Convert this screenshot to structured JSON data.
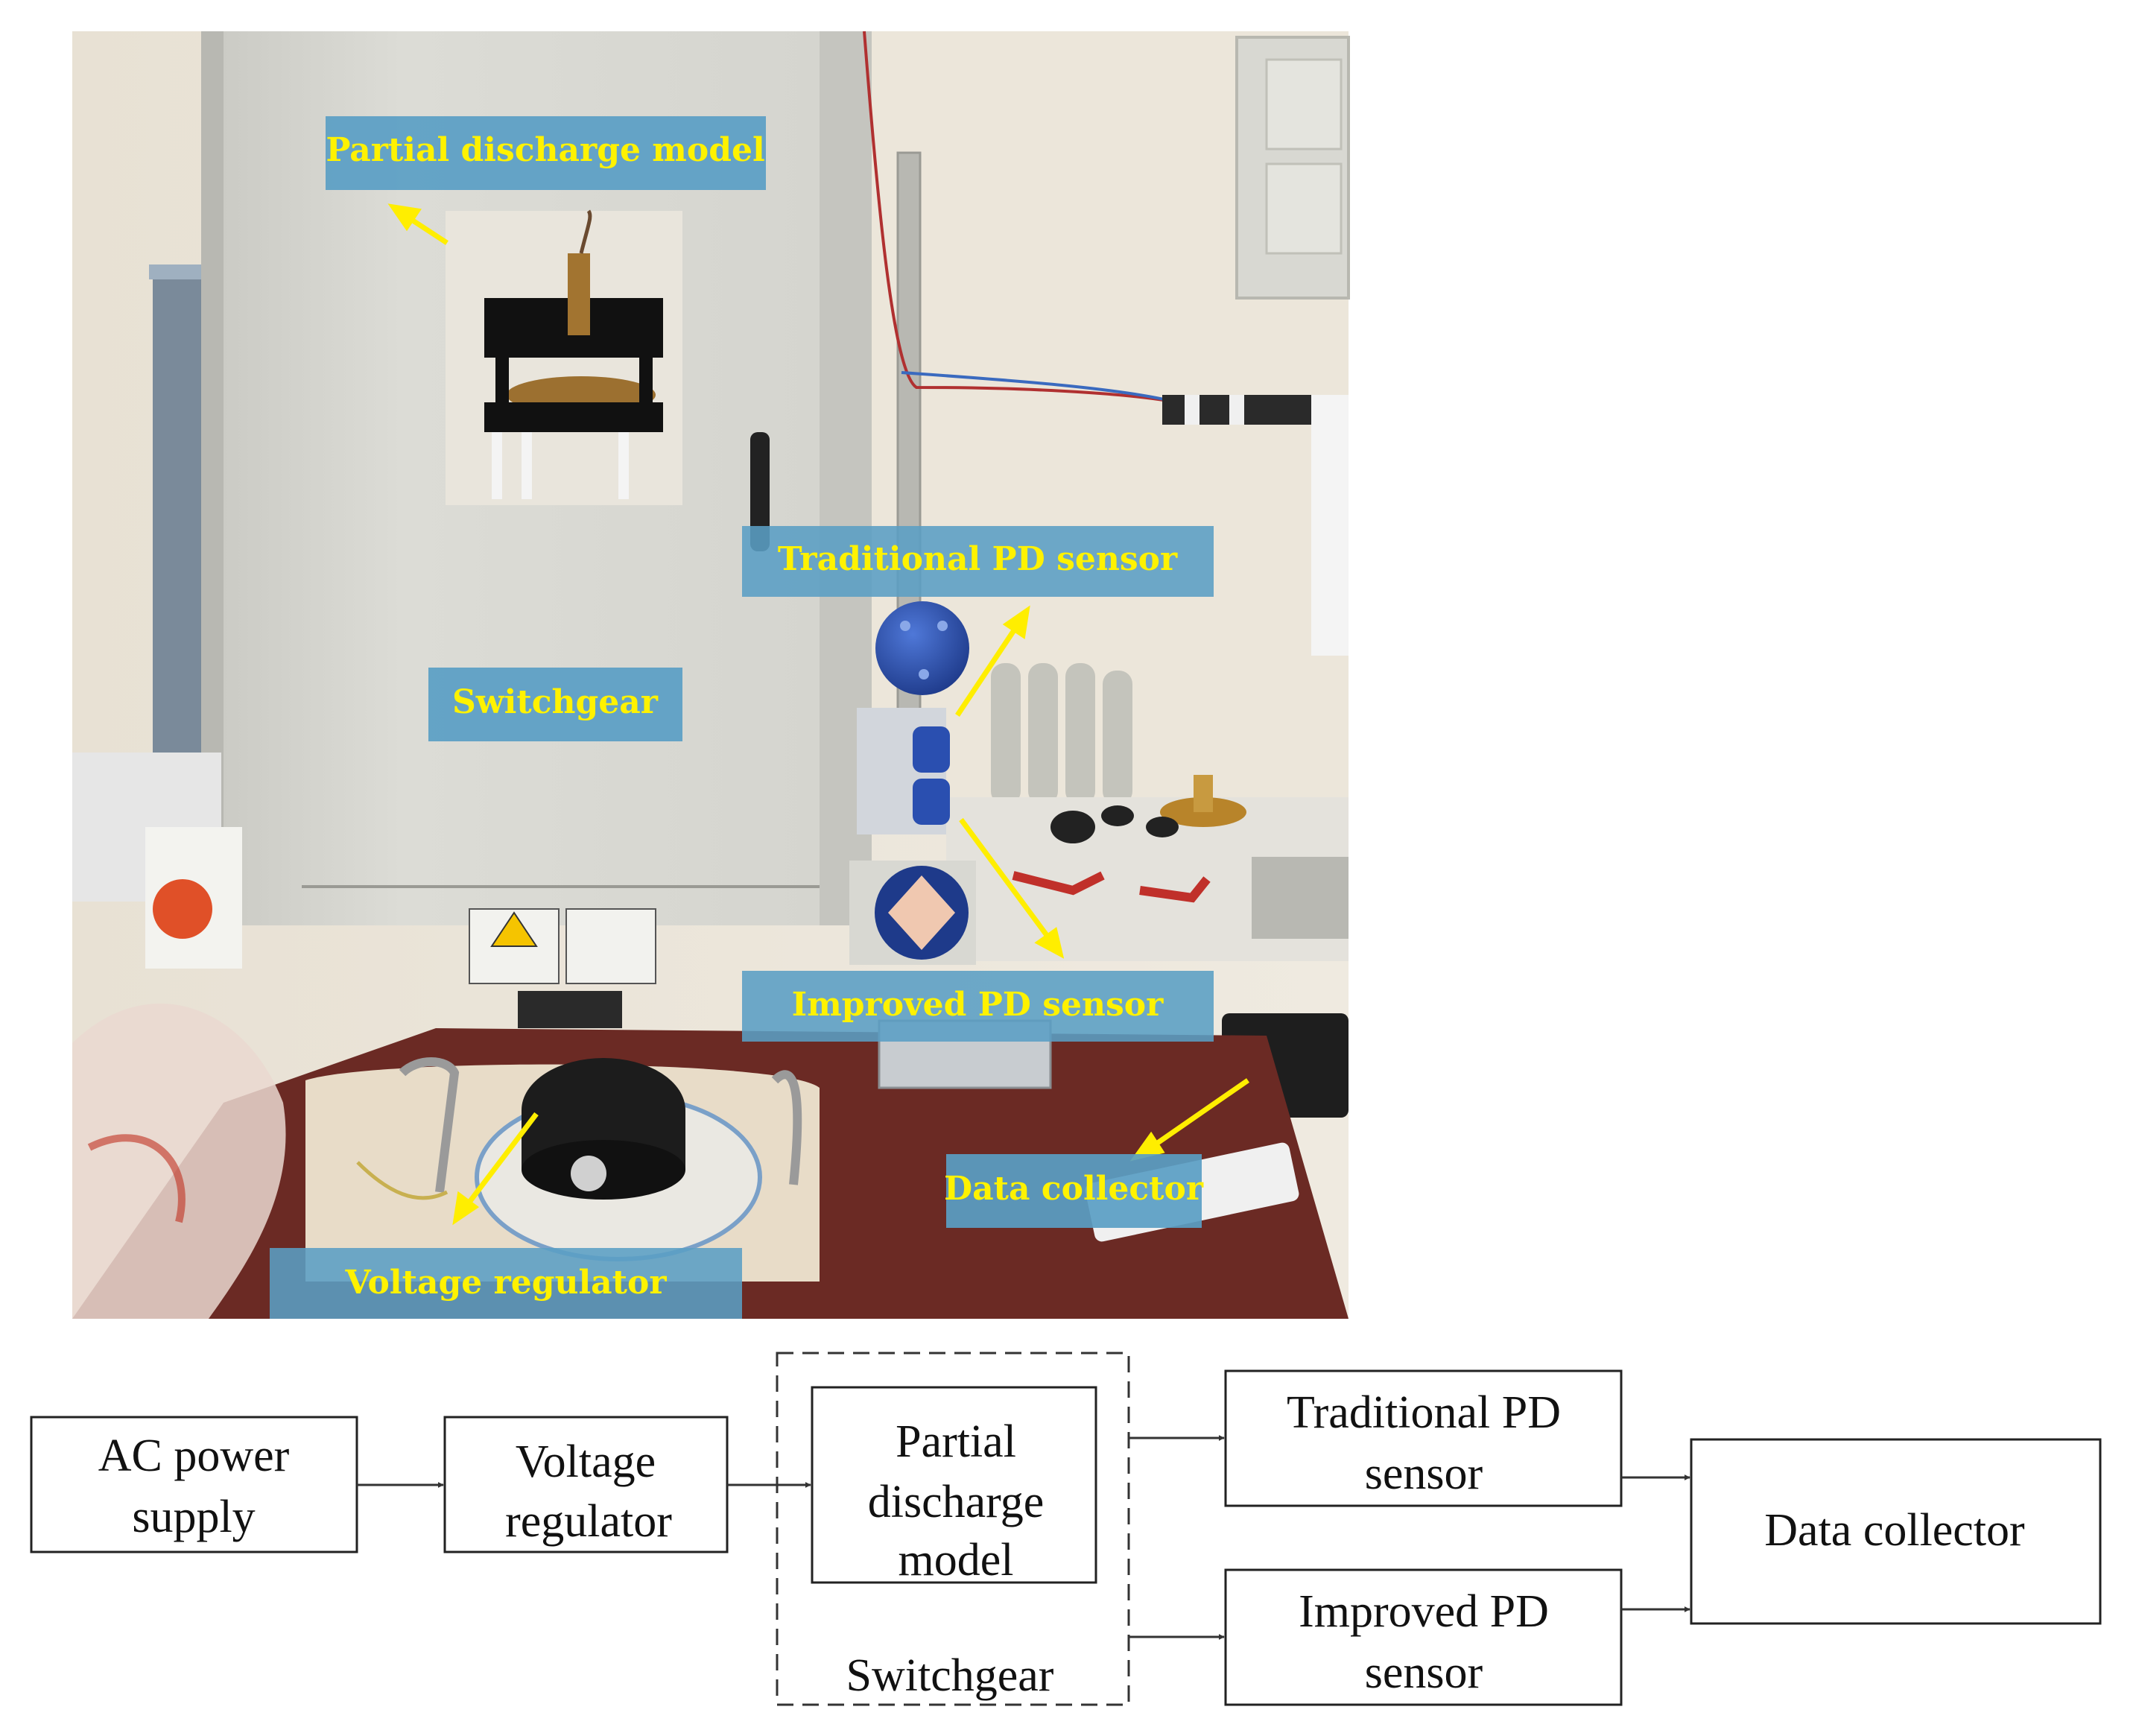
{
  "photo": {
    "labels": {
      "pd_model": "Partial discharge model",
      "traditional": "Traditional PD sensor",
      "switchgear": "Switchgear",
      "improved": "Improved PD sensor",
      "collector": "Data collector",
      "regulator": "Voltage regulator"
    },
    "colors": {
      "label_bg": "#5a9ec4",
      "label_text": "#fff200",
      "arrow": "#ffee00",
      "cabinet": "#dcdcd6",
      "sensor_blue": "#2a4fb0",
      "table": "#6b2a24"
    }
  },
  "diagram": {
    "ac_line1": "AC power",
    "ac_line2": "supply",
    "vr_line1": "Voltage",
    "vr_line2": "regulator",
    "pd_line1": "Partial",
    "pd_line2": "discharge",
    "pd_line3": "model",
    "switchgear": "Switchgear",
    "trad_line1": "Traditional PD",
    "trad_line2": "sensor",
    "imp_line1": "Improved PD",
    "imp_line2": "sensor",
    "collector": "Data collector"
  }
}
